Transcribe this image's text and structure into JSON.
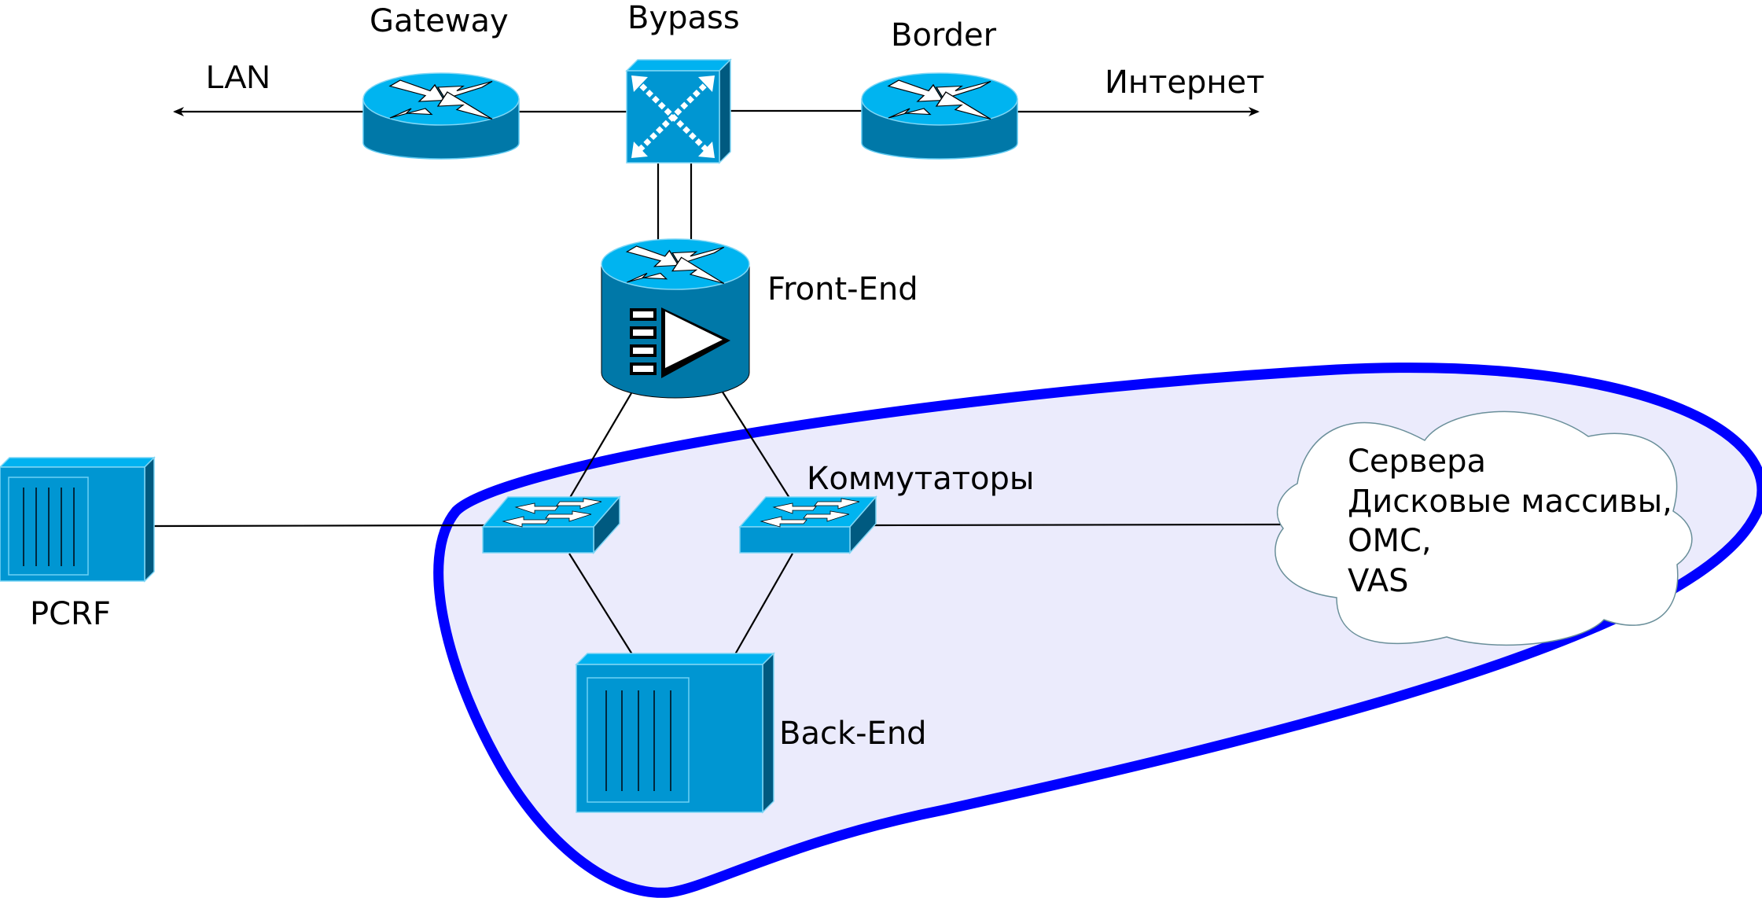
{
  "diagram": {
    "title": "",
    "colors": {
      "device_top": "#00b2f0",
      "device_front": "#0096d2",
      "device_side": "#005a80",
      "router_body": "#0078a8",
      "router_top": "#00b4f0",
      "zone_fill": "#ebebfc",
      "zone_stroke": "#0000ff",
      "cloud_stroke": "#6a8f9a",
      "link": "#000000"
    },
    "labels": {
      "lan": "LAN",
      "internet": "Интернет",
      "gateway": "Gateway",
      "bypass": "Bypass",
      "border": "Border",
      "front_end": "Front-End",
      "switches": "Коммутаторы",
      "pcrf": "PCRF",
      "back_end": "Back-End"
    },
    "cloud": {
      "lines": [
        "Сервера",
        "Дисковые массивы,",
        "ОМС,",
        "VAS"
      ]
    },
    "nodes": [
      {
        "id": "gateway",
        "type": "router",
        "label": "Gateway"
      },
      {
        "id": "bypass",
        "type": "bypass-switch",
        "label": "Bypass"
      },
      {
        "id": "border",
        "type": "router",
        "label": "Border"
      },
      {
        "id": "front-end",
        "type": "content-router",
        "label": "Front-End"
      },
      {
        "id": "switch-left",
        "type": "switch",
        "label": "Коммутаторы"
      },
      {
        "id": "switch-right",
        "type": "switch",
        "label": "Коммутаторы"
      },
      {
        "id": "pcrf",
        "type": "server",
        "label": "PCRF"
      },
      {
        "id": "back-end",
        "type": "server",
        "label": "Back-End"
      },
      {
        "id": "services-cloud",
        "type": "cloud",
        "label": "Сервера, Дисковые массивы, ОМС, VAS"
      }
    ],
    "edges": [
      {
        "from": "gateway",
        "to": "LAN",
        "arrow": true
      },
      {
        "from": "gateway",
        "to": "bypass"
      },
      {
        "from": "bypass",
        "to": "border"
      },
      {
        "from": "border",
        "to": "Интернет",
        "arrow": true
      },
      {
        "from": "bypass",
        "to": "front-end",
        "count": 2
      },
      {
        "from": "front-end",
        "to": "switch-left"
      },
      {
        "from": "front-end",
        "to": "switch-right"
      },
      {
        "from": "pcrf",
        "to": "switch-left"
      },
      {
        "from": "switch-right",
        "to": "services-cloud"
      },
      {
        "from": "switch-left",
        "to": "back-end"
      },
      {
        "from": "switch-right",
        "to": "back-end"
      }
    ]
  }
}
